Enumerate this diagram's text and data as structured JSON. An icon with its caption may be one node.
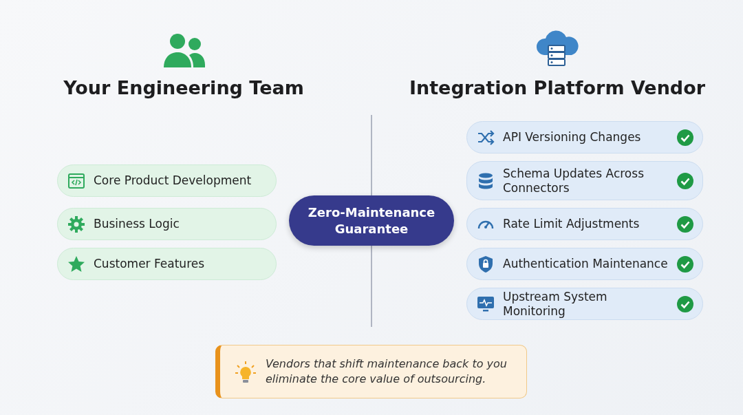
{
  "diagram": {
    "nodes": [
      {
        "text": [
          "Core Product Development"
        ]
      },
      {
        "text": [
          "Business Logic"
        ]
      },
      {
        "text": [
          "Customer Features"
        ]
      },
      {
        "text": [
          "Zero-Maintenance Guarantee"
        ]
      },
      {
        "text": [
          "API Versioning Changes"
        ]
      },
      {
        "text": [
          "Schema Updates Across Connectors"
        ]
      },
      {
        "text": [
          "Rate Limit Adjustments"
        ]
      },
      {
        "text": [
          "Authentication Maintenance"
        ]
      },
      {
        "text": [
          "Upstream System Monitoring"
        ]
      },
      {
        "text": [
          "Vendors that shift maintenance back to you eliminate the core value of outsourcing."
        ]
      }
    ],
    "labels": [
      "Your Engineering Team",
      "Integration Platform Vendor"
    ]
  }
}
